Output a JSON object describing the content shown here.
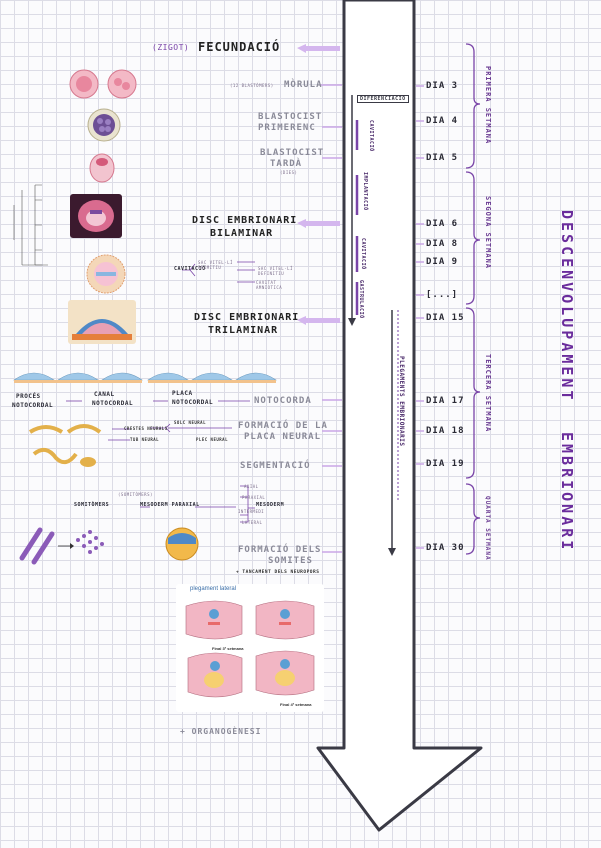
{
  "title": {
    "line1": "DESCENVOLUPAMENT",
    "line2": "EMBRIONARI"
  },
  "weeks": [
    "PRIMERA SETMANA",
    "SEGONA SETMANA",
    "TERCERA SETMANA",
    "QUARTA SETMANA"
  ],
  "days": [
    "DIA 3",
    "DIA 4",
    "DIA 5",
    "DIA 6",
    "DIA 8",
    "DIA 9",
    "[...]",
    "DIA 15",
    "DIA 17",
    "DIA 18",
    "DIA 19",
    "DIA 30"
  ],
  "stages": {
    "zigot": "(zigot)",
    "fecundacio": "FECUNDACIÓ",
    "morula_note": "(12 blastòmers)",
    "morula": "MÒRULA",
    "blasto1_a": "BLASTOCIST",
    "blasto1_b": "PRIMERENC",
    "blasto2_a": "BLASTOCIST",
    "blasto2_b": "TARDÀ",
    "blasto2_note": "(dies)",
    "disc2_a": "DISC EMBRIONARI",
    "disc2_b": "BILAMINAR",
    "disc3_a": "DISC EMBRIONARI",
    "disc3_b": "TRILAMINAR",
    "notocorda": "NOTOCORDA",
    "formacio_a": "FORMACIÓ DE LA",
    "formacio_b": "PLACA NEURAL",
    "segmentacio": "SEGMENTACIÓ",
    "somites_a": "FORMACIÓ DELS",
    "somites_b": "SOMITES",
    "somites_note": "+ TANCAMENT DELS NEUROPORS",
    "organogenesi": "+ ORGANOGÈNESI"
  },
  "center": {
    "diferenciacio": "DIFERENCIACIÓ",
    "plegaments": "PLEGAMENTS EMBRIONARIS",
    "tags": [
      "CAVITACIÓ",
      "IMPLANTACIÓ",
      "CAVITACIÓ",
      "GASTRULACIÓ"
    ]
  },
  "notochord_row": {
    "proces_a": "PROCÉS",
    "proces_b": "NOTOCORDAL",
    "canal_a": "CANAL",
    "canal_b": "NOTOCORDAL",
    "placa_a": "PLACA",
    "placa_b": "NOTOCORDAL"
  },
  "neural_row": {
    "a": "SOLC NEURAL",
    "b": "PLEC NEURAL",
    "c": "CRESTES NEURALS",
    "d": "TUB NEURAL"
  },
  "meso_row": {
    "items": [
      "AXIAL",
      "PARAXIAL",
      "INTERMEDI",
      "LATERAL"
    ],
    "mesoderm": "MESODERM",
    "somitomers": "SOMITÒMERS",
    "paraxial": "MESODERM PARAXIAL",
    "note": "(somitòmers)"
  },
  "cavitacio": {
    "label": "CAVITACIÓ",
    "items": [
      "SAC VITEL·LÍ PRIMITIU",
      "SAC VITEL·LÍ DEFINITIU",
      "CAVITAT AMNIÒTICA"
    ]
  },
  "fig": {
    "caption_top": "plegament lateral",
    "cap1": "Final 3ª setmana",
    "cap2": "Final 4ª setmana"
  },
  "colors": {
    "purple": "#7a45a8",
    "arrow": "#c9a6e6",
    "dark": "#3a3a45"
  }
}
